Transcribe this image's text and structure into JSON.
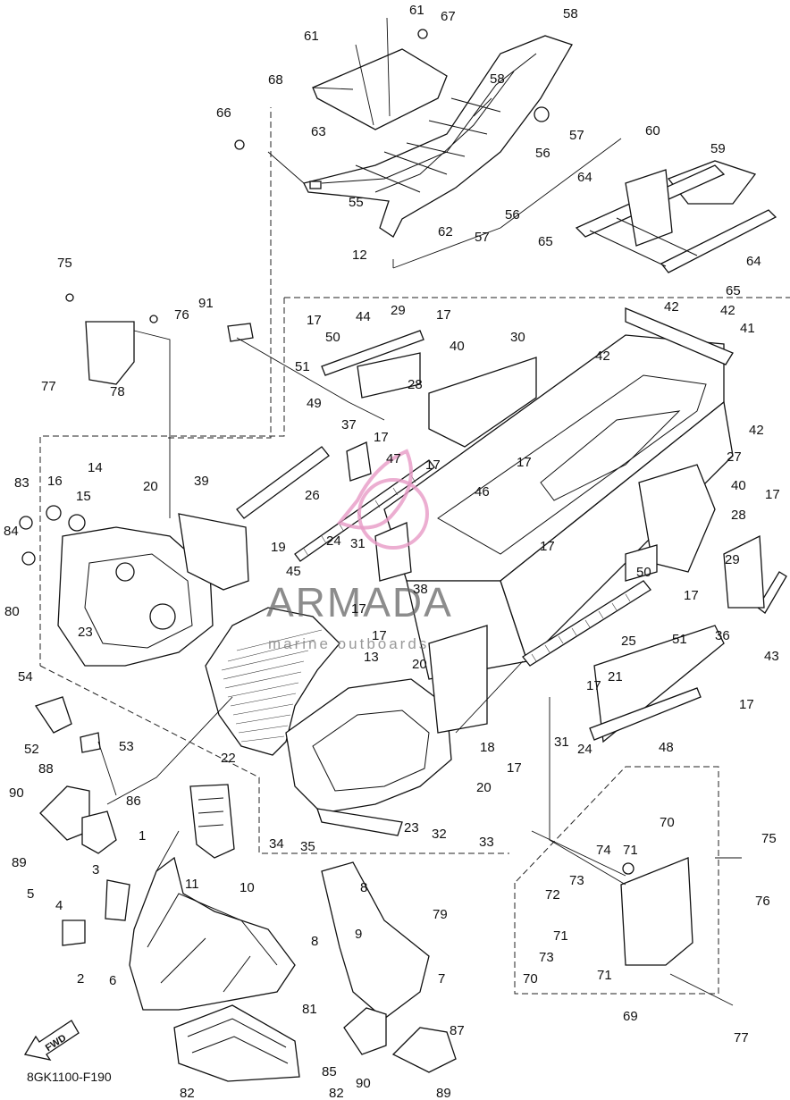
{
  "diagram": {
    "drawing_code": "8GK1100-F190",
    "fwd_label": "FWD",
    "watermark": {
      "brand": "ARMADA",
      "tagline": "marine outboards"
    },
    "callouts": [
      "1",
      "2",
      "3",
      "4",
      "5",
      "6",
      "7",
      "8",
      "9",
      "10",
      "11",
      "12",
      "13",
      "14",
      "15",
      "16",
      "17",
      "18",
      "19",
      "20",
      "21",
      "22",
      "23",
      "24",
      "25",
      "26",
      "27",
      "28",
      "29",
      "30",
      "31",
      "32",
      "33",
      "34",
      "35",
      "36",
      "37",
      "38",
      "39",
      "40",
      "41",
      "42",
      "43",
      "44",
      "45",
      "46",
      "47",
      "48",
      "49",
      "50",
      "51",
      "52",
      "53",
      "54",
      "55",
      "56",
      "57",
      "58",
      "59",
      "60",
      "61",
      "62",
      "63",
      "64",
      "65",
      "66",
      "67",
      "68",
      "69",
      "70",
      "71",
      "72",
      "73",
      "74",
      "75",
      "76",
      "77",
      "78",
      "79",
      "80",
      "81",
      "82",
      "83",
      "84",
      "85",
      "86",
      "87",
      "88",
      "89",
      "90",
      "91"
    ]
  }
}
